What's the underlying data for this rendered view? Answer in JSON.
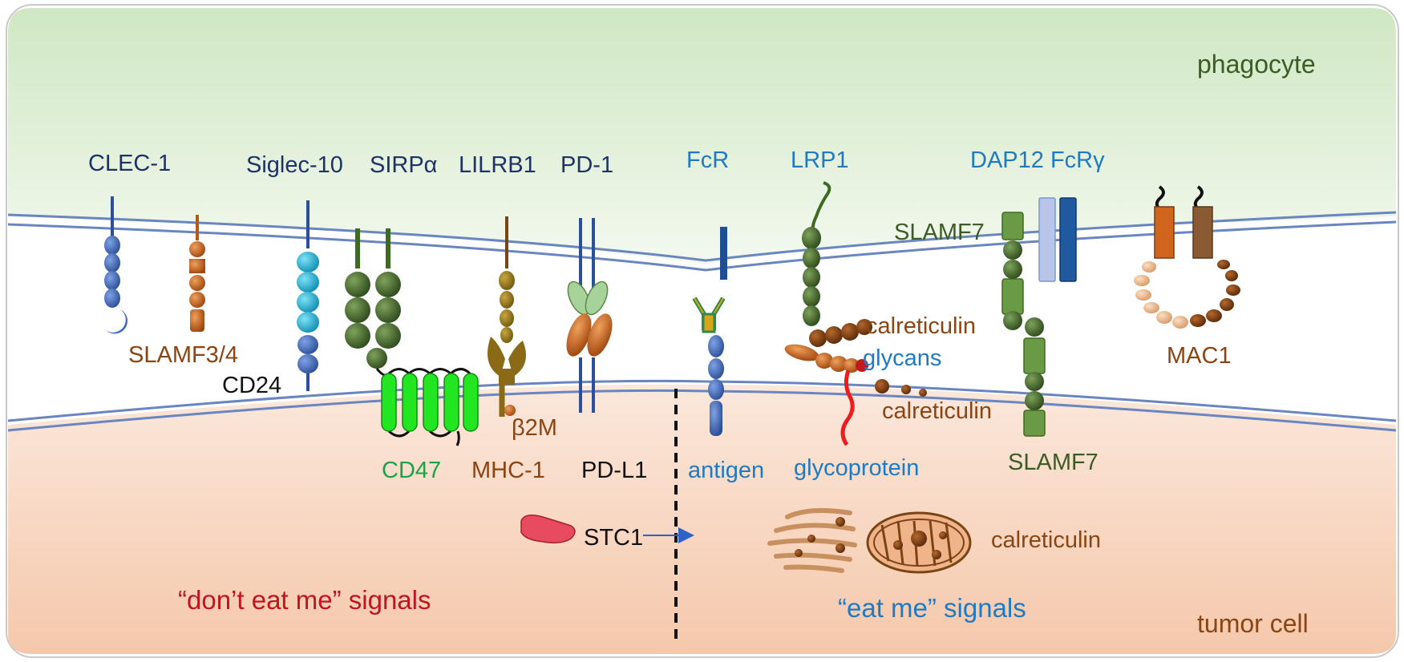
{
  "regions": {
    "top_cell": "phagocyte",
    "bottom_cell": "tumor cell",
    "left_caption": "“don’t eat me” signals",
    "right_caption": "“eat me” signals"
  },
  "phagocyte_receptors": {
    "clec1": "CLEC-1",
    "siglec10": "Siglec-10",
    "sirpa": "SIRPα",
    "lilrb1": "LILRB1",
    "pd1": "PD-1",
    "fcr": "FcR",
    "lrp1": "LRP1",
    "dap12_fcrg": "DAP12 FcRγ",
    "slamf7_top": "SLAMF7",
    "mac1": "MAC1"
  },
  "tumor_ligands": {
    "slamf34": "SLAMF3/4",
    "cd24": "CD24",
    "cd47": "CD47",
    "b2m": "β2M",
    "mhc1": "MHC-1",
    "pdl1": "PD-L1",
    "antigen": "antigen",
    "glycoprotein": "glycoprotein",
    "slamf7_bottom": "SLAMF7",
    "calreticulin_1": "calreticulin",
    "glycans": "glycans",
    "calreticulin_2": "calreticulin",
    "calreticulin_3": "calreticulin",
    "stc1": "STC1"
  },
  "colors": {
    "phagocyte_bg": "#d6ebcc",
    "tumor_bg": "#f6cdb3",
    "membrane": "#6a86c0",
    "navy_label": "#1f3166",
    "blue_label": "#1f7ac4",
    "brown_label": "#8b4513",
    "green_label": "#3d5c25",
    "cd47_green": "#22e622",
    "dont_eat_red": "#c0141e"
  }
}
